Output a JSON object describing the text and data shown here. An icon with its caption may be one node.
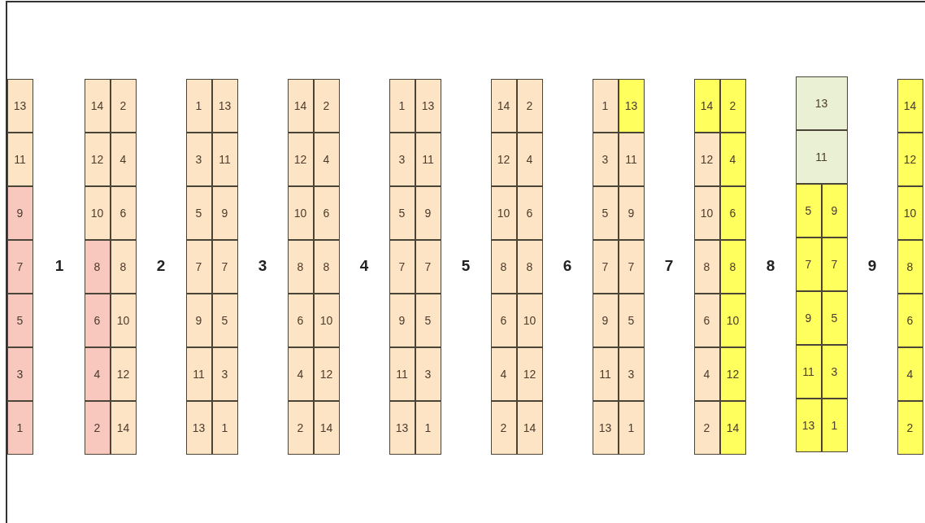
{
  "diagram": {
    "nodes": [
      {
        "text": [],
        "shape": "box"
      },
      {
        "text": [
          "13"
        ],
        "in": 0
      },
      {
        "text": [
          "11"
        ],
        "in": 0
      },
      {
        "text": [
          "9"
        ],
        "in": 0
      },
      {
        "text": [
          "7"
        ],
        "in": 0
      },
      {
        "text": [
          "5"
        ],
        "in": 0
      },
      {
        "text": [
          "3"
        ],
        "in": 0
      },
      {
        "text": [
          "1"
        ],
        "in": 0
      },
      {
        "text": [],
        "shape": "box"
      },
      {
        "text": [
          "14"
        ],
        "in": 8
      },
      {
        "text": [
          "2"
        ],
        "in": 8
      },
      {
        "text": [
          "12"
        ],
        "in": 8
      },
      {
        "text": [
          "4"
        ],
        "in": 8
      },
      {
        "text": [
          "10"
        ],
        "in": 8
      },
      {
        "text": [
          "6"
        ],
        "in": 8
      },
      {
        "text": [
          "8"
        ],
        "in": 8
      },
      {
        "text": [
          "8"
        ],
        "in": 8
      },
      {
        "text": [
          "6"
        ],
        "in": 8
      },
      {
        "text": [
          "10"
        ],
        "in": 8
      },
      {
        "text": [
          "4"
        ],
        "in": 8
      },
      {
        "text": [
          "12"
        ],
        "in": 8
      },
      {
        "text": [
          "2"
        ],
        "in": 8
      },
      {
        "text": [
          "14"
        ],
        "in": 8
      },
      {
        "text": [],
        "shape": "box"
      },
      {
        "text": [
          "1"
        ],
        "in": 23
      },
      {
        "text": [
          "13"
        ],
        "in": 23
      },
      {
        "text": [
          "3"
        ],
        "in": 23
      },
      {
        "text": [
          "11"
        ],
        "in": 23
      },
      {
        "text": [
          "5"
        ],
        "in": 23
      },
      {
        "text": [
          "9"
        ],
        "in": 23
      },
      {
        "text": [
          "7"
        ],
        "in": 23
      },
      {
        "text": [
          "7"
        ],
        "in": 23
      },
      {
        "text": [
          "9"
        ],
        "in": 23
      },
      {
        "text": [
          "5"
        ],
        "in": 23
      },
      {
        "text": [
          "11"
        ],
        "in": 23
      },
      {
        "text": [
          "3"
        ],
        "in": 23
      },
      {
        "text": [
          "13"
        ],
        "in": 23
      },
      {
        "text": [
          "1"
        ],
        "in": 23
      },
      {
        "text": [],
        "shape": "box"
      },
      {
        "text": [
          "14"
        ],
        "in": 38
      },
      {
        "text": [
          "2"
        ],
        "in": 38
      },
      {
        "text": [
          "12"
        ],
        "in": 38
      },
      {
        "text": [
          "4"
        ],
        "in": 38
      },
      {
        "text": [
          "10"
        ],
        "in": 38
      },
      {
        "text": [
          "6"
        ],
        "in": 38
      },
      {
        "text": [
          "8"
        ],
        "in": 38
      },
      {
        "text": [
          "8"
        ],
        "in": 38
      },
      {
        "text": [
          "6"
        ],
        "in": 38
      },
      {
        "text": [
          "10"
        ],
        "in": 38
      },
      {
        "text": [
          "4"
        ],
        "in": 38
      },
      {
        "text": [
          "12"
        ],
        "in": 38
      },
      {
        "text": [
          "2"
        ],
        "in": 38
      },
      {
        "text": [
          "14"
        ],
        "in": 38
      },
      {
        "text": [],
        "shape": "box"
      },
      {
        "text": [
          "1"
        ],
        "in": 53
      },
      {
        "text": [
          "13"
        ],
        "in": 53
      },
      {
        "text": [
          "3"
        ],
        "in": 53
      },
      {
        "text": [
          "11"
        ],
        "in": 53
      },
      {
        "text": [
          "5"
        ],
        "in": 53
      },
      {
        "text": [
          "9"
        ],
        "in": 53
      },
      {
        "text": [
          "7"
        ],
        "in": 53
      },
      {
        "text": [
          "7"
        ],
        "in": 53
      },
      {
        "text": [
          "9"
        ],
        "in": 53
      },
      {
        "text": [
          "5"
        ],
        "in": 53
      },
      {
        "text": [
          "11"
        ],
        "in": 53
      },
      {
        "text": [
          "3"
        ],
        "in": 53
      },
      {
        "text": [
          "13"
        ],
        "in": 53
      },
      {
        "text": [
          "1"
        ],
        "in": 53
      },
      {
        "text": [],
        "shape": "box"
      },
      {
        "text": [
          "14"
        ],
        "in": 68
      },
      {
        "text": [
          "2"
        ],
        "in": 68
      },
      {
        "text": [
          "12"
        ],
        "in": 68
      },
      {
        "text": [
          "4"
        ],
        "in": 68
      },
      {
        "text": [
          "10"
        ],
        "in": 68
      },
      {
        "text": [
          "6"
        ],
        "in": 68
      },
      {
        "text": [
          "8"
        ],
        "in": 68
      },
      {
        "text": [
          "8"
        ],
        "in": 68
      },
      {
        "text": [
          "6"
        ],
        "in": 68
      },
      {
        "text": [
          "10"
        ],
        "in": 68
      },
      {
        "text": [
          "4"
        ],
        "in": 68
      },
      {
        "text": [
          "12"
        ],
        "in": 68
      },
      {
        "text": [
          "2"
        ],
        "in": 68
      },
      {
        "text": [
          "14"
        ],
        "in": 68
      },
      {
        "text": [],
        "shape": "box"
      },
      {
        "text": [
          "1"
        ],
        "in": 83
      },
      {
        "text": [
          "13"
        ],
        "in": 83
      },
      {
        "text": [
          "3"
        ],
        "in": 83
      },
      {
        "text": [
          "11"
        ],
        "in": 83
      },
      {
        "text": [
          "5"
        ],
        "in": 83
      },
      {
        "text": [
          "9"
        ],
        "in": 83
      },
      {
        "text": [
          "7"
        ],
        "in": 83
      },
      {
        "text": [
          "7"
        ],
        "in": 83
      },
      {
        "text": [
          "9"
        ],
        "in": 83
      },
      {
        "text": [
          "5"
        ],
        "in": 83
      },
      {
        "text": [
          "11"
        ],
        "in": 83
      },
      {
        "text": [
          "3"
        ],
        "in": 83
      },
      {
        "text": [
          "13"
        ],
        "in": 83
      },
      {
        "text": [
          "1"
        ],
        "in": 83
      },
      {
        "text": [],
        "shape": "box"
      },
      {
        "text": [
          "14"
        ],
        "in": 98
      },
      {
        "text": [
          "2"
        ],
        "in": 98
      },
      {
        "text": [
          "12"
        ],
        "in": 98
      },
      {
        "text": [
          "4"
        ],
        "in": 98
      },
      {
        "text": [
          "10"
        ],
        "in": 98
      },
      {
        "text": [
          "6"
        ],
        "in": 98
      },
      {
        "text": [
          "8"
        ],
        "in": 98
      },
      {
        "text": [
          "8"
        ],
        "in": 98
      },
      {
        "text": [
          "6"
        ],
        "in": 98
      },
      {
        "text": [
          "10"
        ],
        "in": 98
      },
      {
        "text": [
          "4"
        ],
        "in": 98
      },
      {
        "text": [
          "12"
        ],
        "in": 98
      },
      {
        "text": [
          "2"
        ],
        "in": 98
      },
      {
        "text": [
          "14"
        ],
        "in": 98
      },
      {
        "text": [],
        "shape": "box"
      },
      {
        "text": [
          "13"
        ],
        "in": 113
      },
      {
        "text": [
          "11"
        ],
        "in": 113
      },
      {
        "text": [
          "5"
        ],
        "in": 113
      },
      {
        "text": [
          "9"
        ],
        "in": 113
      },
      {
        "text": [
          "7"
        ],
        "in": 113
      },
      {
        "text": [
          "7"
        ],
        "in": 113
      },
      {
        "text": [
          "9"
        ],
        "in": 113
      },
      {
        "text": [
          "5"
        ],
        "in": 113
      },
      {
        "text": [
          "11"
        ],
        "in": 113
      },
      {
        "text": [
          "3"
        ],
        "in": 113
      },
      {
        "text": [
          "13"
        ],
        "in": 113
      },
      {
        "text": [
          "1"
        ],
        "in": 113
      },
      {
        "text": [],
        "shape": "box"
      },
      {
        "text": [
          "14"
        ],
        "in": 126
      },
      {
        "text": [
          "12"
        ],
        "in": 126
      },
      {
        "text": [
          "10"
        ],
        "in": 126
      },
      {
        "text": [
          "8"
        ],
        "in": 126
      },
      {
        "text": [
          "6"
        ],
        "in": 126
      },
      {
        "text": [
          "4"
        ],
        "in": 126
      },
      {
        "text": [
          "2"
        ],
        "in": 126
      }
    ],
    "labels": [
      "1",
      "2",
      "3",
      "4",
      "5",
      "6",
      "7",
      "8",
      "9"
    ]
  }
}
